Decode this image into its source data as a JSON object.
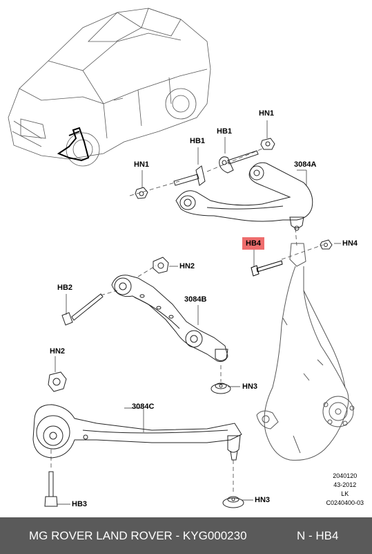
{
  "labels": {
    "hn1_top": "HN1",
    "hb1_a": "HB1",
    "hb1_b": "HB1",
    "hn1_left": "HN1",
    "arm_3084a": "3084A",
    "hb4": "HB4",
    "hn4": "HN4",
    "hn2_mid": "HN2",
    "hb2": "HB2",
    "arm_3084b": "3084B",
    "hn2_left": "HN2",
    "hn3_mid": "HN3",
    "arm_3084c": "3084C",
    "hb3": "HB3",
    "hn3_bottom": "HN3"
  },
  "reference": {
    "line1": "2040120",
    "line2": "43-2012",
    "line3": "LK",
    "line4": "C0240400-03"
  },
  "footer": {
    "left": "MG ROVER LAND ROVER - KYG000230",
    "right": "N - HB4"
  },
  "colors": {
    "highlight": "#ee6d6d",
    "footer_bg": "#5a5a5a",
    "line": "#222222"
  }
}
